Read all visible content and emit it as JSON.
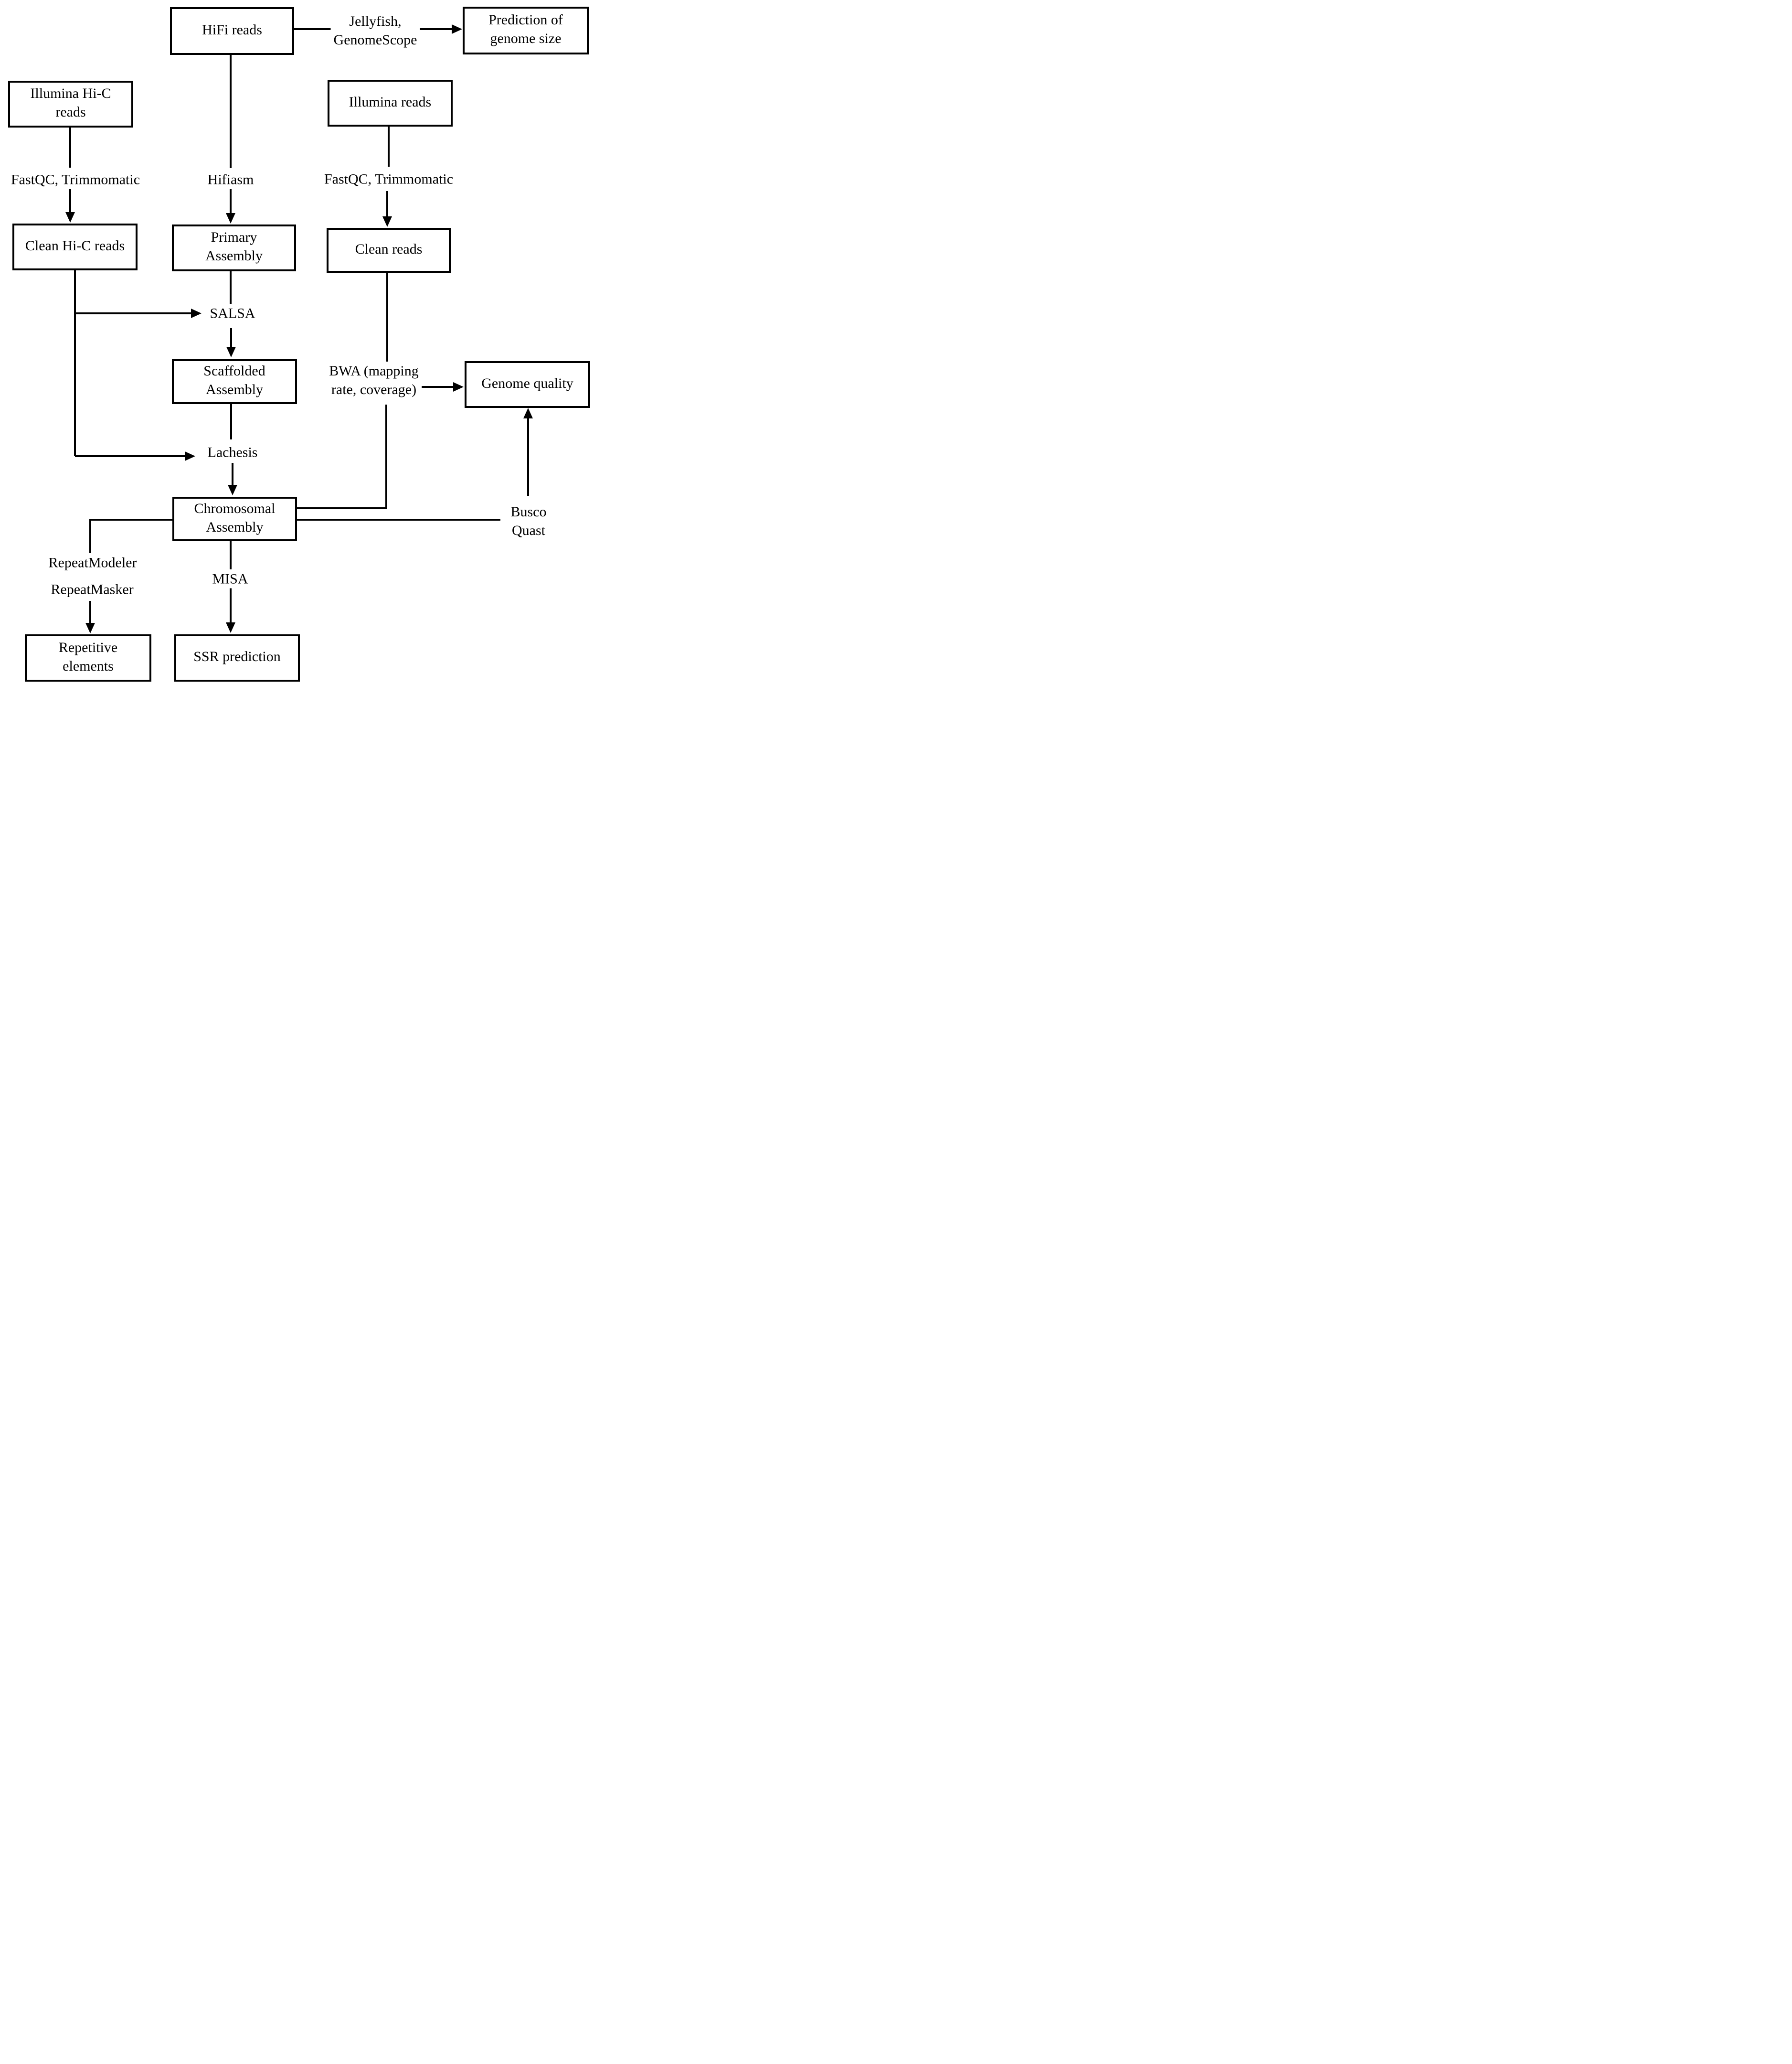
{
  "diagram": {
    "type": "flowchart",
    "colors": {
      "background": "#ffffff",
      "line": "#000000",
      "text": "#000000"
    },
    "nodes": {
      "hifi_reads": "HiFi reads",
      "prediction_genome_size": "Prediction of\ngenome size",
      "illumina_hic_reads": "Illumina Hi-C\nreads",
      "illumina_reads": "Illumina reads",
      "clean_hic_reads": "Clean Hi-C reads",
      "primary_assembly": "Primary\nAssembly",
      "clean_reads": "Clean reads",
      "scaffolded_assembly": "Scaffolded\nAssembly",
      "genome_quality": "Genome quality",
      "chromosomal_assembly": "Chromosomal\nAssembly",
      "repetitive_elements": "Repetitive\nelements",
      "ssr_prediction": "SSR prediction"
    },
    "tool_labels": {
      "jellyfish_genomescope": "Jellyfish,\nGenomeScope",
      "fastqc_trimmomatic_hic": "FastQC, Trimmomatic",
      "hifiasm": "Hifiasm",
      "fastqc_trimmomatic_illumina": "FastQC, Trimmomatic",
      "salsa": "SALSA",
      "bwa_mapping": "BWA (mapping\nrate, coverage)",
      "lachesis": "Lachesis",
      "busco_quast": "Busco\nQuast",
      "repeatmodeler": "RepeatModeler",
      "repeatmasker": "RepeatMasker",
      "misa": "MISA"
    },
    "edges": [
      {
        "from": "HiFi reads",
        "to": "Prediction of genome size",
        "via": "Jellyfish, GenomeScope"
      },
      {
        "from": "HiFi reads",
        "to": "Primary Assembly",
        "via": "Hifiasm"
      },
      {
        "from": "Illumina Hi-C reads",
        "to": "Clean Hi-C reads",
        "via": "FastQC, Trimmomatic"
      },
      {
        "from": "Illumina reads",
        "to": "Clean reads",
        "via": "FastQC, Trimmomatic"
      },
      {
        "from": "Clean Hi-C reads",
        "to": "SALSA",
        "via": ""
      },
      {
        "from": "Primary Assembly",
        "to": "Scaffolded Assembly",
        "via": "SALSA"
      },
      {
        "from": "Clean Hi-C reads",
        "to": "Lachesis",
        "via": ""
      },
      {
        "from": "Scaffolded Assembly",
        "to": "Chromosomal Assembly",
        "via": "Lachesis"
      },
      {
        "from": "Clean reads",
        "to": "BWA (mapping rate, coverage)",
        "via": ""
      },
      {
        "from": "Chromosomal Assembly",
        "to": "BWA (mapping rate, coverage)",
        "via": ""
      },
      {
        "from": "BWA (mapping rate, coverage)",
        "to": "Genome quality",
        "via": ""
      },
      {
        "from": "Chromosomal Assembly",
        "to": "Busco Quast",
        "via": ""
      },
      {
        "from": "Busco Quast",
        "to": "Genome quality",
        "via": ""
      },
      {
        "from": "Chromosomal Assembly",
        "to": "Repetitive elements",
        "via": "RepeatModeler, RepeatMasker"
      },
      {
        "from": "Chromosomal Assembly",
        "to": "SSR prediction",
        "via": "MISA"
      }
    ]
  }
}
